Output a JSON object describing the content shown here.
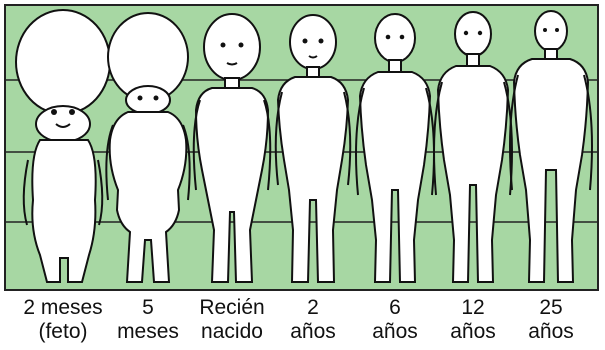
{
  "colors": {
    "background": "#a7d7a3",
    "grid_lines": "#222222",
    "figure_fill": "#ffffff",
    "figure_stroke": "#111111",
    "label_text": "#111111"
  },
  "figures": [
    {
      "icon": "fetus-figure-icon",
      "label": {
        "line1": "2 meses",
        "line2": "(feto)"
      }
    },
    {
      "icon": "infant-figure-icon",
      "label": {
        "line1": "5",
        "line2": "meses"
      }
    },
    {
      "icon": "newborn-figure-icon",
      "label": {
        "line1": "Recién",
        "line2": "nacido"
      }
    },
    {
      "icon": "toddler-figure-icon",
      "label": {
        "line1": "2",
        "line2": "años"
      }
    },
    {
      "icon": "child-figure-icon",
      "label": {
        "line1": "6",
        "line2": "años"
      }
    },
    {
      "icon": "teen-figure-icon",
      "label": {
        "line1": "12",
        "line2": "años"
      }
    },
    {
      "icon": "adult-figure-icon",
      "label": {
        "line1": "25",
        "line2": "años"
      }
    }
  ]
}
